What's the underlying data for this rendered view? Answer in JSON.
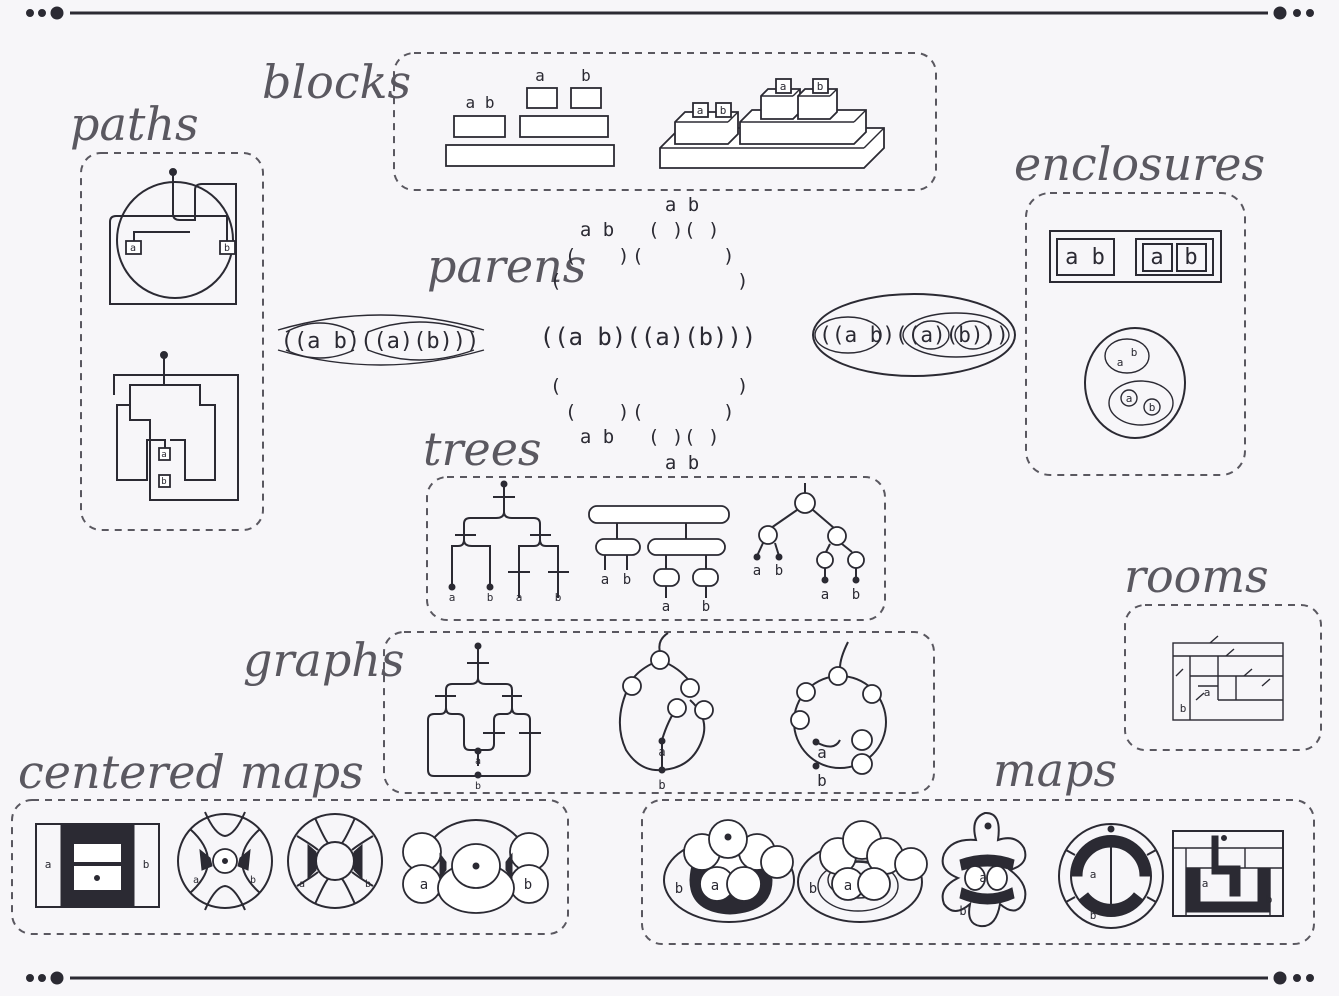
{
  "categories": {
    "blocks": "blocks",
    "paths": "paths",
    "enclosures": "enclosures",
    "parens": "parens",
    "trees": "trees",
    "rooms": "rooms",
    "graphs": "graphs",
    "centered_maps": "centered maps",
    "maps": "maps"
  },
  "parens": {
    "main_expression": "((a b)((a)(b)))",
    "left_expression": "((a b)((a)(b)))",
    "right_expression": "((a b)((a)(b)))"
  },
  "labels": {
    "a": "a",
    "b": "b",
    "ab": "a b"
  },
  "colors": {
    "ink": "#2b2a33",
    "title": "#5a5860",
    "background": "#f7f6f9"
  }
}
